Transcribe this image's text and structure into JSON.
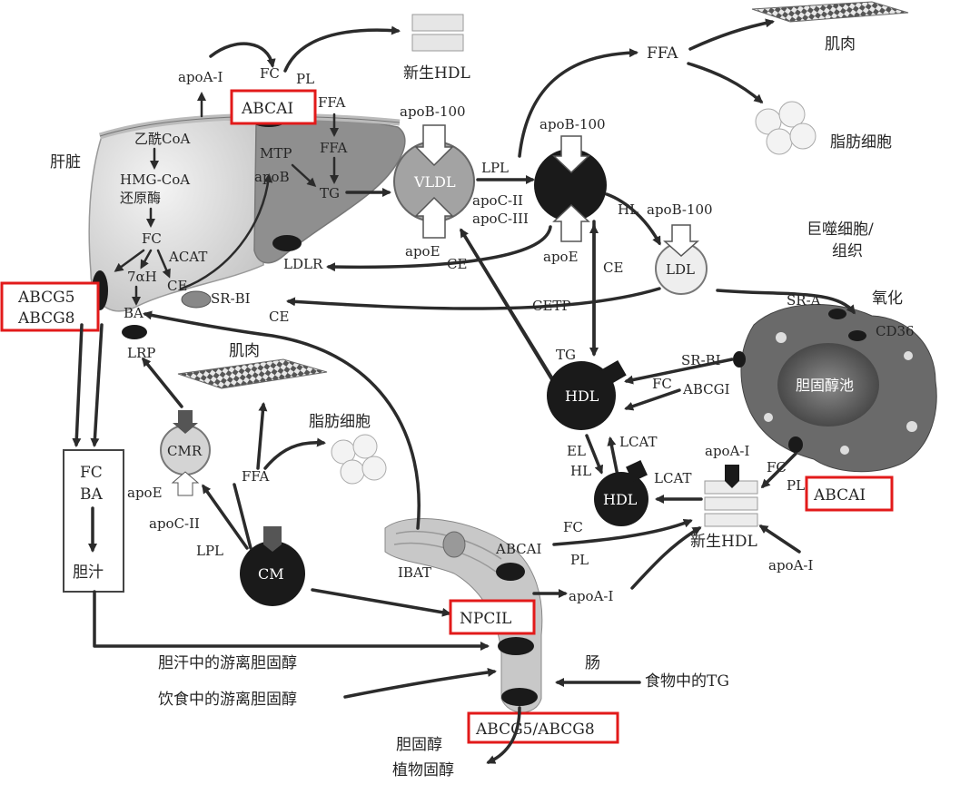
{
  "liver": {
    "title": "肝脏",
    "acetyl_coa": "乙酰CoA",
    "hmg_coa": "HMG-CoA",
    "reductase": "还原酶",
    "fc": "FC",
    "acat": "ACAT",
    "seven_alpha_h": "7αH",
    "ce": "CE",
    "ba": "BA",
    "mtp": "MTP",
    "ffa": "FFA",
    "apob": "apoB",
    "tg": "TG",
    "ffa_top": "FFA",
    "apoa1": "apoA-I",
    "fc_top": "FC",
    "pl_top": "PL",
    "abcai_top": "ABCAI",
    "abcg5_abcg8": [
      "ABCG5",
      "ABCG8"
    ],
    "sr_bi": "SR-BI",
    "ce_left": "CE",
    "lrp": "LRP",
    "ldlr": "LDLR"
  },
  "lipoproteins": {
    "nascent_hdl_top": "新生HDL",
    "apob100_vldl": "apoB-100",
    "vldl": "VLDL",
    "apoe_vldl": "apoE",
    "lpl": "LPL",
    "apoc2": "apoC-II",
    "apoc3": "apoC-III",
    "apob100_idl": "apoB-100",
    "apoe_idl": "apoE",
    "ce_idl": "CE",
    "hl": "HL",
    "apob100_ldl": "apoB-100",
    "ldl": "LDL",
    "ce_vertical": "CE",
    "cetp": "CETP",
    "ffa_right": "FFA",
    "muscle_top": "肌肉",
    "adipocyte_top": "脂肪细胞"
  },
  "macrophage": {
    "title_line1": "巨噬细胞/",
    "title_line2": "组织",
    "oxidation": "氧化",
    "sr_a": "SR-A",
    "cd36": "CD36",
    "pool": "胆固醇池",
    "sr_bi": "SR-BI",
    "fc": "FC",
    "abcgi": "ABCGI",
    "tg": "TG",
    "hdl": "HDL",
    "el": "EL",
    "hl": "HL",
    "lcat_up": "LCAT",
    "lcat_left": "LCAT",
    "hdl_small": "HDL",
    "apoa1": "apoA-I",
    "fc2": "FC",
    "pl": "PL",
    "abcai": "ABCAI",
    "nascent_hdl": "新生HDL",
    "apoa1_bottom": "apoA-I"
  },
  "chylomicron": {
    "muscle": "肌肉",
    "adipocyte": "脂肪细胞",
    "cmr": "CMR",
    "ffa": "FFA",
    "apoe": "apoE",
    "apoc2": "apoC-II",
    "lpl": "LPL",
    "cm": "CM"
  },
  "bile": {
    "fc": "FC",
    "ba": "BA",
    "bile": "胆汁"
  },
  "intestine": {
    "ibat": "IBAT",
    "abcai": "ABCAI",
    "fc": "FC",
    "pl": "PL",
    "apoa1": "apoA-I",
    "npc1l": "NPCIL",
    "gut": "肠",
    "dietary_tg": "食物中的TG",
    "bile_free_chol": "胆汗中的游离胆固醇",
    "diet_free_chol": "饮食中的游离胆固醇",
    "abcg5_abcg8": "ABCG5/ABCG8",
    "excreted_line1": "胆固醇",
    "excreted_line2": "植物固醇"
  },
  "colors": {
    "highlight_box": "#e21a1a",
    "particle_dark": "#1a1a1a",
    "particle_gray": "#9a9a9a",
    "liver_fill": "#d6d6d6"
  }
}
